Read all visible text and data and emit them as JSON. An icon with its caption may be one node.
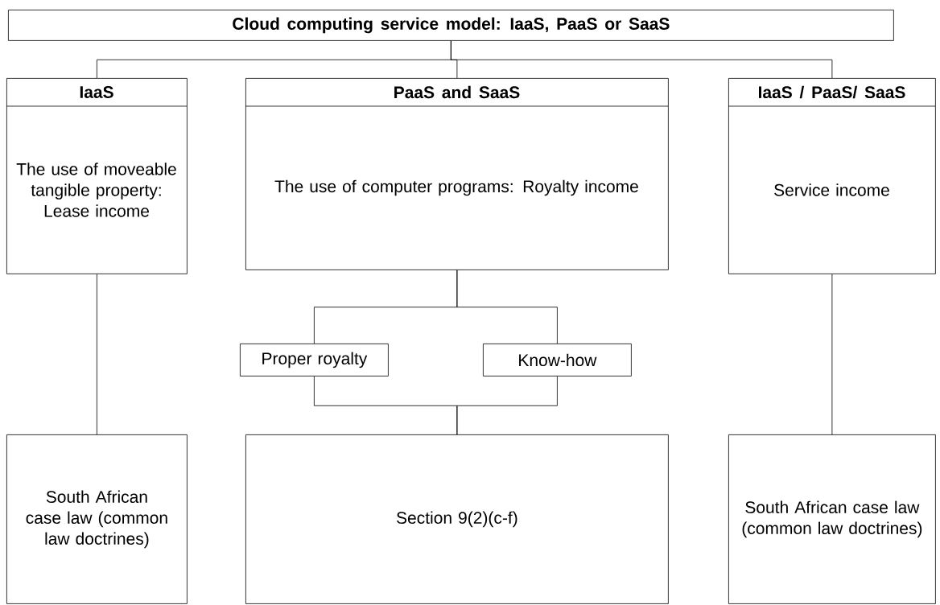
{
  "diagram": {
    "nodes": [
      {
        "text": [
          "Cloud computing service model: IaaS, PaaS or SaaS"
        ]
      },
      {
        "text": [
          "IaaS",
          "The use of moveable tangible property: Lease income"
        ]
      },
      {
        "text": [
          "PaaS and SaaS",
          "The use of computer programs: Royalty income"
        ]
      },
      {
        "text": [
          "IaaS / PaaS/ SaaS",
          "Service income"
        ]
      },
      {
        "text": [
          "Proper royalty"
        ]
      },
      {
        "text": [
          "Know-how"
        ]
      },
      {
        "text": [
          "South African case law (common law doctrines)"
        ]
      },
      {
        "text": [
          "Section 9(2)(c-f)"
        ]
      },
      {
        "text": [
          "South African case law (common law doctrines)"
        ]
      }
    ],
    "edges": [
      {
        "from": 0,
        "to": 1,
        "arrow": "none"
      },
      {
        "from": 0,
        "to": 2,
        "arrow": "none"
      },
      {
        "from": 0,
        "to": 3,
        "arrow": "none"
      },
      {
        "from": 1,
        "to": 6,
        "arrow": "none"
      },
      {
        "from": 2,
        "to": 4,
        "arrow": "none"
      },
      {
        "from": 2,
        "to": 5,
        "arrow": "none"
      },
      {
        "from": 4,
        "to": 7,
        "arrow": "none"
      },
      {
        "from": 5,
        "to": 7,
        "arrow": "none"
      },
      {
        "from": 3,
        "to": 8,
        "arrow": "none"
      }
    ]
  }
}
